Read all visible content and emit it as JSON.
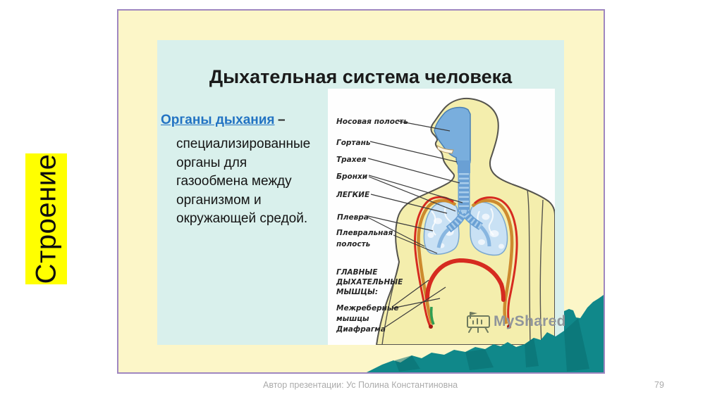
{
  "side_tag": {
    "label": "Строение",
    "bg_color": "#ffff00"
  },
  "slide": {
    "title": "Дыхательная система человека",
    "lead": {
      "term": "Органы дыхания",
      "dash": "–",
      "definition": "специализированные\nорганы для\nгазообмена между\nорганизмом и\nокружающей средой."
    },
    "diagram": {
      "labels": [
        "Носовая полость",
        "Гортань",
        "Трахея",
        "Бронхи",
        "ЛЕГКИЕ",
        "Плевра",
        "Плевральная\nполость",
        "ГЛАВНЫЕ\nДЫХАТЕЛЬНЫЕ\nМЫШЦЫ:",
        "Межреберные\nмышцы",
        "Диафрагма"
      ]
    },
    "watermark": {
      "text": "MyShared"
    },
    "colors": {
      "slide_background": "#fcf6c8",
      "slide_border": "#9f87c0",
      "panel_cyan": "#d9f0ec",
      "tag_yellow": "#ffff00",
      "teal_shape": "#10888a",
      "term_blue": "#2273c3",
      "pleura_orange": "#cd8a2e",
      "diaphragm_red": "#d62b20",
      "lung_blue": "#c9e1f4"
    }
  },
  "footer": {
    "author": "Автор презентации: Ус Полина Константиновна",
    "page_number": "79"
  }
}
